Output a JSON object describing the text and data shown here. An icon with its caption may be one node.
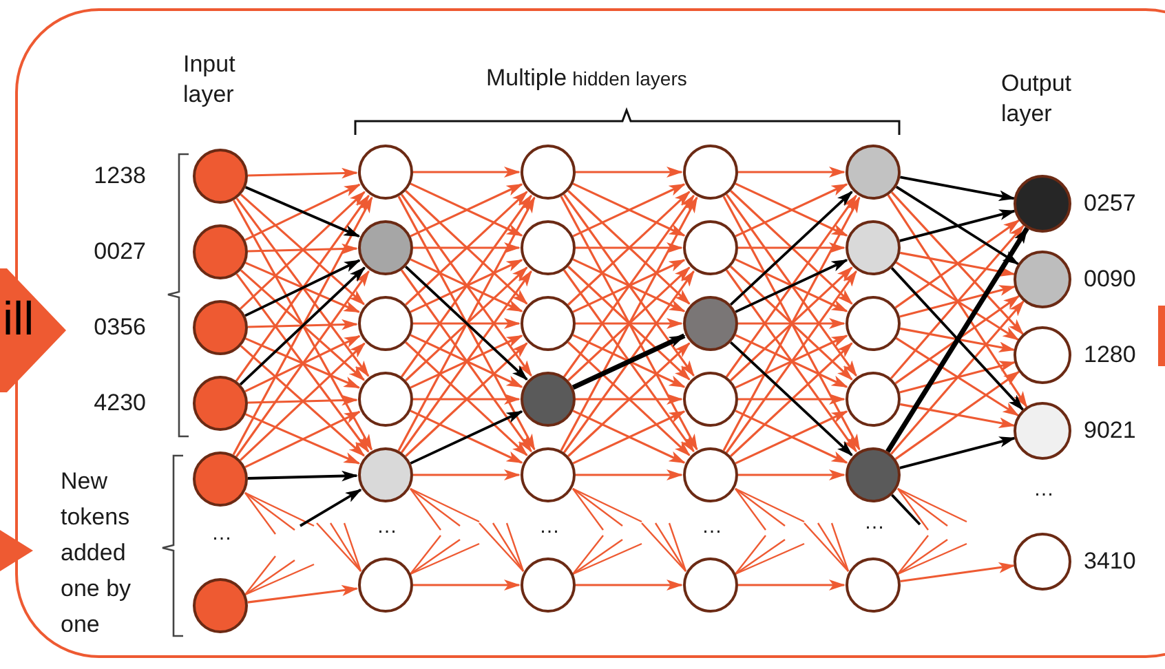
{
  "diagram": {
    "nodes": [
      {
        "text": [],
        "shape": "circle",
        "beside": [
          "1238"
        ]
      },
      {
        "text": [],
        "shape": "circle",
        "beside": [
          "0027"
        ]
      },
      {
        "text": [],
        "shape": "circle",
        "beside": [
          "0356"
        ]
      },
      {
        "text": [],
        "shape": "circle",
        "beside": [
          "4230"
        ]
      },
      {
        "text": [],
        "shape": "circle"
      },
      {
        "text": [],
        "shape": "circle"
      },
      {
        "text": [],
        "shape": "circle"
      },
      {
        "text": [],
        "shape": "circle"
      },
      {
        "text": [],
        "shape": "circle"
      },
      {
        "text": [],
        "shape": "circle"
      },
      {
        "text": [],
        "shape": "circle"
      },
      {
        "text": [],
        "shape": "circle"
      },
      {
        "text": [],
        "shape": "circle"
      },
      {
        "text": [],
        "shape": "circle"
      },
      {
        "text": [],
        "shape": "circle"
      },
      {
        "text": [],
        "shape": "circle"
      },
      {
        "text": [],
        "shape": "circle"
      },
      {
        "text": [],
        "shape": "circle"
      },
      {
        "text": [],
        "shape": "circle"
      },
      {
        "text": [],
        "shape": "circle"
      },
      {
        "text": [],
        "shape": "circle"
      },
      {
        "text": [],
        "shape": "circle"
      },
      {
        "text": [],
        "shape": "circle"
      },
      {
        "text": [],
        "shape": "circle"
      },
      {
        "text": [],
        "shape": "circle"
      },
      {
        "text": [],
        "shape": "circle"
      },
      {
        "text": [],
        "shape": "circle"
      },
      {
        "text": [],
        "shape": "circle"
      },
      {
        "text": [],
        "shape": "circle"
      },
      {
        "text": [],
        "shape": "circle"
      },
      {
        "text": [],
        "shape": "circle",
        "beside": [
          "0257"
        ]
      },
      {
        "text": [],
        "shape": "circle",
        "beside": [
          "0090"
        ]
      },
      {
        "text": [],
        "shape": "circle",
        "beside": [
          "1280"
        ]
      },
      {
        "text": [],
        "shape": "circle",
        "beside": [
          "9021"
        ]
      },
      {
        "text": [],
        "shape": "circle",
        "beside": [
          "3410"
        ]
      }
    ],
    "edges": [
      {
        "from": 0,
        "to": 6,
        "arrow": "to"
      },
      {
        "from": 0,
        "to": 7,
        "arrow": "to",
        "color": "#000000"
      },
      {
        "from": 0,
        "to": 8,
        "arrow": "to"
      },
      {
        "from": 0,
        "to": 9,
        "arrow": "to"
      },
      {
        "from": 0,
        "to": 10,
        "arrow": "to"
      },
      {
        "from": 1,
        "to": 6,
        "arrow": "to"
      },
      {
        "from": 1,
        "to": 7,
        "arrow": "to"
      },
      {
        "from": 1,
        "to": 8,
        "arrow": "to"
      },
      {
        "from": 1,
        "to": 9,
        "arrow": "to"
      },
      {
        "from": 1,
        "to": 10,
        "arrow": "to"
      },
      {
        "from": 2,
        "to": 6,
        "arrow": "to"
      },
      {
        "from": 2,
        "to": 7,
        "arrow": "to",
        "color": "#000000"
      },
      {
        "from": 2,
        "to": 8,
        "arrow": "to"
      },
      {
        "from": 2,
        "to": 9,
        "arrow": "to"
      },
      {
        "from": 2,
        "to": 10,
        "arrow": "to"
      },
      {
        "from": 3,
        "to": 6,
        "arrow": "to"
      },
      {
        "from": 3,
        "to": 7,
        "arrow": "to",
        "color": "#000000"
      },
      {
        "from": 3,
        "to": 8,
        "arrow": "to"
      },
      {
        "from": 3,
        "to": 9,
        "arrow": "to"
      },
      {
        "from": 3,
        "to": 10,
        "arrow": "to"
      },
      {
        "from": 4,
        "to": 6,
        "arrow": "to"
      },
      {
        "from": 4,
        "to": 7,
        "arrow": "to"
      },
      {
        "from": 4,
        "to": 8,
        "arrow": "to"
      },
      {
        "from": 4,
        "to": 9,
        "arrow": "to"
      },
      {
        "from": 4,
        "to": 10,
        "arrow": "to",
        "color": "#000000"
      },
      {
        "from": 5,
        "to": 11,
        "arrow": "to"
      },
      {
        "from": null,
        "to": 10,
        "arrow": "to",
        "color": "#000000"
      },
      {
        "from": 6,
        "to": 12,
        "arrow": "to"
      },
      {
        "from": 6,
        "to": 13,
        "arrow": "to"
      },
      {
        "from": 6,
        "to": 14,
        "arrow": "to"
      },
      {
        "from": 6,
        "to": 15,
        "arrow": "to"
      },
      {
        "from": 6,
        "to": 16,
        "arrow": "to"
      },
      {
        "from": 7,
        "to": 12,
        "arrow": "to"
      },
      {
        "from": 7,
        "to": 13,
        "arrow": "to"
      },
      {
        "from": 7,
        "to": 14,
        "arrow": "to"
      },
      {
        "from": 7,
        "to": 15,
        "arrow": "to",
        "color": "#000000"
      },
      {
        "from": 7,
        "to": 16,
        "arrow": "to"
      },
      {
        "from": 8,
        "to": 12,
        "arrow": "to"
      },
      {
        "from": 8,
        "to": 13,
        "arrow": "to"
      },
      {
        "from": 8,
        "to": 14,
        "arrow": "to"
      },
      {
        "from": 8,
        "to": 15,
        "arrow": "to"
      },
      {
        "from": 8,
        "to": 16,
        "arrow": "to"
      },
      {
        "from": 9,
        "to": 12,
        "arrow": "to"
      },
      {
        "from": 9,
        "to": 13,
        "arrow": "to"
      },
      {
        "from": 9,
        "to": 14,
        "arrow": "to"
      },
      {
        "from": 9,
        "to": 15,
        "arrow": "to"
      },
      {
        "from": 9,
        "to": 16,
        "arrow": "to"
      },
      {
        "from": 10,
        "to": 12,
        "arrow": "to"
      },
      {
        "from": 10,
        "to": 13,
        "arrow": "to"
      },
      {
        "from": 10,
        "to": 14,
        "arrow": "to"
      },
      {
        "from": 10,
        "to": 15,
        "arrow": "to",
        "color": "#000000"
      },
      {
        "from": 10,
        "to": 16,
        "arrow": "to"
      },
      {
        "from": 11,
        "to": 17,
        "arrow": "to"
      },
      {
        "from": 12,
        "to": 18,
        "arrow": "to"
      },
      {
        "from": 12,
        "to": 19,
        "arrow": "to"
      },
      {
        "from": 12,
        "to": 20,
        "arrow": "to"
      },
      {
        "from": 12,
        "to": 21,
        "arrow": "to"
      },
      {
        "from": 12,
        "to": 22,
        "arrow": "to"
      },
      {
        "from": 13,
        "to": 18,
        "arrow": "to"
      },
      {
        "from": 13,
        "to": 19,
        "arrow": "to"
      },
      {
        "from": 13,
        "to": 20,
        "arrow": "to"
      },
      {
        "from": 13,
        "to": 21,
        "arrow": "to"
      },
      {
        "from": 13,
        "to": 22,
        "arrow": "to"
      },
      {
        "from": 14,
        "to": 18,
        "arrow": "to"
      },
      {
        "from": 14,
        "to": 19,
        "arrow": "to"
      },
      {
        "from": 14,
        "to": 20,
        "arrow": "to"
      },
      {
        "from": 14,
        "to": 21,
        "arrow": "to"
      },
      {
        "from": 14,
        "to": 22,
        "arrow": "to"
      },
      {
        "from": 15,
        "to": 18,
        "arrow": "to"
      },
      {
        "from": 15,
        "to": 19,
        "arrow": "to"
      },
      {
        "from": 15,
        "to": 20,
        "arrow": "to",
        "color": "#000000",
        "style": "thick"
      },
      {
        "from": 15,
        "to": 21,
        "arrow": "to"
      },
      {
        "from": 15,
        "to": 22,
        "arrow": "to"
      },
      {
        "from": 16,
        "to": 18,
        "arrow": "to"
      },
      {
        "from": 16,
        "to": 19,
        "arrow": "to"
      },
      {
        "from": 16,
        "to": 20,
        "arrow": "to"
      },
      {
        "from": 16,
        "to": 21,
        "arrow": "to"
      },
      {
        "from": 16,
        "to": 22,
        "arrow": "to"
      },
      {
        "from": 17,
        "to": 23,
        "arrow": "to"
      },
      {
        "from": 18,
        "to": 24,
        "arrow": "to"
      },
      {
        "from": 18,
        "to": 25,
        "arrow": "to"
      },
      {
        "from": 18,
        "to": 26,
        "arrow": "to"
      },
      {
        "from": 18,
        "to": 27,
        "arrow": "to"
      },
      {
        "from": 18,
        "to": 28,
        "arrow": "to"
      },
      {
        "from": 19,
        "to": 24,
        "arrow": "to"
      },
      {
        "from": 19,
        "to": 25,
        "arrow": "to"
      },
      {
        "from": 19,
        "to": 26,
        "arrow": "to"
      },
      {
        "from": 19,
        "to": 27,
        "arrow": "to"
      },
      {
        "from": 19,
        "to": 28,
        "arrow": "to"
      },
      {
        "from": 20,
        "to": 24,
        "arrow": "to",
        "color": "#000000"
      },
      {
        "from": 20,
        "to": 25,
        "arrow": "to",
        "color": "#000000"
      },
      {
        "from": 20,
        "to": 26,
        "arrow": "to"
      },
      {
        "from": 20,
        "to": 27,
        "arrow": "to"
      },
      {
        "from": 20,
        "to": 28,
        "arrow": "to",
        "color": "#000000"
      },
      {
        "from": 21,
        "to": 24,
        "arrow": "to"
      },
      {
        "from": 21,
        "to": 25,
        "arrow": "to"
      },
      {
        "from": 21,
        "to": 26,
        "arrow": "to"
      },
      {
        "from": 21,
        "to": 27,
        "arrow": "to"
      },
      {
        "from": 21,
        "to": 28,
        "arrow": "to"
      },
      {
        "from": 22,
        "to": 24,
        "arrow": "to"
      },
      {
        "from": 22,
        "to": 25,
        "arrow": "to"
      },
      {
        "from": 22,
        "to": 26,
        "arrow": "to"
      },
      {
        "from": 22,
        "to": 27,
        "arrow": "to"
      },
      {
        "from": 22,
        "to": 28,
        "arrow": "to"
      },
      {
        "from": 23,
        "to": 29,
        "arrow": "to"
      },
      {
        "from": 24,
        "to": 30,
        "arrow": "to",
        "color": "#000000"
      },
      {
        "from": 24,
        "to": 31,
        "arrow": "to",
        "color": "#000000"
      },
      {
        "from": 24,
        "to": 32,
        "arrow": "to"
      },
      {
        "from": 24,
        "to": 33,
        "arrow": "to"
      },
      {
        "from": 25,
        "to": 30,
        "arrow": "to",
        "color": "#000000"
      },
      {
        "from": 25,
        "to": 31,
        "arrow": "to"
      },
      {
        "from": 25,
        "to": 32,
        "arrow": "to"
      },
      {
        "from": 25,
        "to": 33,
        "arrow": "to",
        "color": "#000000"
      },
      {
        "from": 26,
        "to": 30,
        "arrow": "to"
      },
      {
        "from": 26,
        "to": 31,
        "arrow": "to"
      },
      {
        "from": 26,
        "to": 32,
        "arrow": "to"
      },
      {
        "from": 26,
        "to": 33,
        "arrow": "to"
      },
      {
        "from": 27,
        "to": 30,
        "arrow": "to"
      },
      {
        "from": 27,
        "to": 31,
        "arrow": "to"
      },
      {
        "from": 27,
        "to": 32,
        "arrow": "to"
      },
      {
        "from": 27,
        "to": 33,
        "arrow": "to"
      },
      {
        "from": 28,
        "to": 30,
        "arrow": "to",
        "color": "#000000",
        "style": "thick"
      },
      {
        "from": 28,
        "to": 31,
        "arrow": "to"
      },
      {
        "from": 28,
        "to": 32,
        "arrow": "to"
      },
      {
        "from": 28,
        "to": 33,
        "arrow": "to",
        "color": "#000000"
      },
      {
        "from": 29,
        "to": 34,
        "arrow": "to"
      },
      {
        "from": 28,
        "to": null,
        "arrow": "none",
        "color": "#000000"
      }
    ],
    "labels": [
      "ill",
      "Input layer",
      "Multiple",
      "hidden layers",
      "Output layer",
      "New tokens added one by one",
      "…",
      "…",
      "…",
      "…",
      "…",
      "…"
    ]
  }
}
